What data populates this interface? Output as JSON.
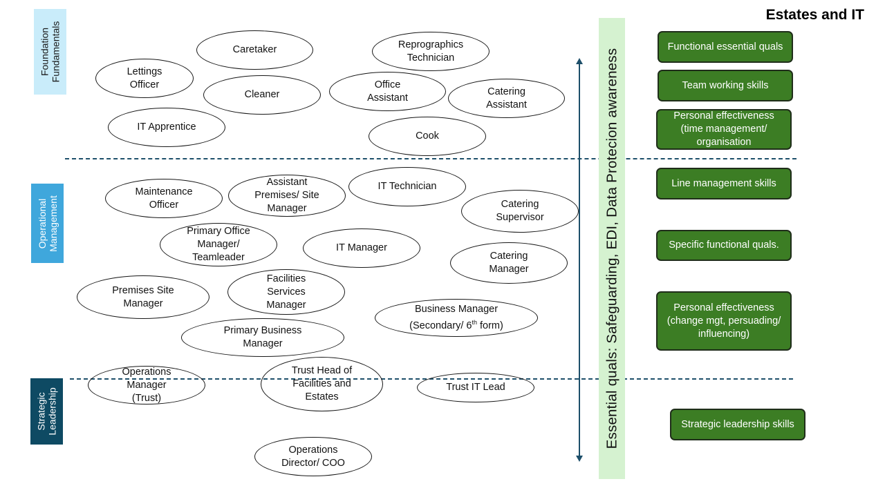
{
  "title": "Estates and IT",
  "tiers": {
    "foundation": "Foundation Fundamentals",
    "operational": "Operational Management",
    "strategic": "Strategic Leadership"
  },
  "essential_band": "Essential quals:  Safeguarding, EDI, Data Protecion awareness",
  "roles": {
    "caretaker": "Caretaker",
    "reprographics_technician": "Reprographics Technician",
    "lettings_officer": "Lettings Officer",
    "cleaner": "Cleaner",
    "office_assistant": "Office Assistant",
    "catering_assistant": "Catering Assistant",
    "it_apprentice": "IT Apprentice",
    "cook": "Cook",
    "maintenance_officer": "Maintenance Officer",
    "assistant_premises_site_manager": "Assistant Premises/ Site Manager",
    "it_technician": "IT Technician",
    "catering_supervisor": "Catering Supervisor",
    "primary_office_manager": "Primary Office Manager/ Teamleader",
    "it_manager": "IT Manager",
    "catering_manager": "Catering Manager",
    "premises_site_manager": "Premises Site Manager",
    "facilities_services_manager": "Facilities Services Manager",
    "business_manager_main": "Business Manager",
    "business_manager_sub": "(Secondary/ 6",
    "business_manager_sup": "th",
    "business_manager_end": " form)",
    "primary_business_manager": "Primary Business Manager",
    "operations_manager_trust": "Operations Manager (Trust)",
    "trust_head_facilities": "Trust Head of Facilities and Estates",
    "trust_it_lead": "Trust IT Lead",
    "operations_director": "Operations Director/ COO"
  },
  "skills": {
    "functional_essential": "Functional essential quals",
    "team_working": "Team working skills",
    "personal_effectiveness_1": "Personal effectiveness (time management/ organisation",
    "line_management": "Line management skills",
    "specific_functional": "Specific functional quals.",
    "personal_effectiveness_2": "Personal effectiveness (change mgt, persuading/ influencing)",
    "strategic_leadership": "Strategic leadership skills"
  },
  "colors": {
    "foundation_tier": "#c9ecfa",
    "operational_tier": "#3fa7dc",
    "strategic_tier": "#0e4a63",
    "essential_band": "#d5f2d0",
    "skill_box": "#3c7d24",
    "divider": "#1d4f6a"
  }
}
